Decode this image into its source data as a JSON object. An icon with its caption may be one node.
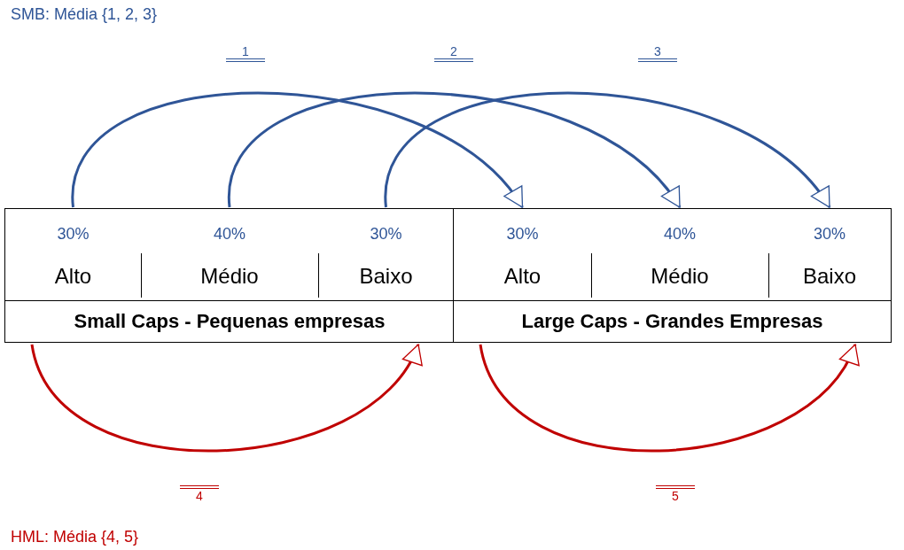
{
  "diagram": {
    "nodes": [
      {
        "text": [
          "Small Caps - Pequenas empresas"
        ]
      },
      {
        "text": [
          "30%",
          "Alto"
        ],
        "in": 0
      },
      {
        "text": [
          "40%",
          "Médio"
        ],
        "in": 0
      },
      {
        "text": [
          "30%",
          "Baixo"
        ],
        "in": 0
      },
      {
        "text": [
          "Large Caps - Grandes Empresas"
        ]
      },
      {
        "text": [
          "30%",
          "Alto"
        ],
        "in": 4
      },
      {
        "text": [
          "40%",
          "Médio"
        ],
        "in": 4
      },
      {
        "text": [
          "30%",
          "Baixo"
        ],
        "in": 4
      }
    ],
    "edges": [
      {
        "from": 1,
        "to": 5,
        "arrow": "to",
        "label": "1"
      },
      {
        "from": 2,
        "to": 6,
        "arrow": "to",
        "label": "2"
      },
      {
        "from": 3,
        "to": 7,
        "arrow": "to",
        "label": "3"
      },
      {
        "from": 1,
        "to": 3,
        "arrow": "to",
        "label": "4",
        "color": "#c00000"
      },
      {
        "from": 5,
        "to": 7,
        "arrow": "to",
        "label": "5",
        "color": "#c00000"
      }
    ],
    "labels": [
      "SMB: Média {1, 2, 3}",
      "HML: Média {4, 5}"
    ]
  }
}
